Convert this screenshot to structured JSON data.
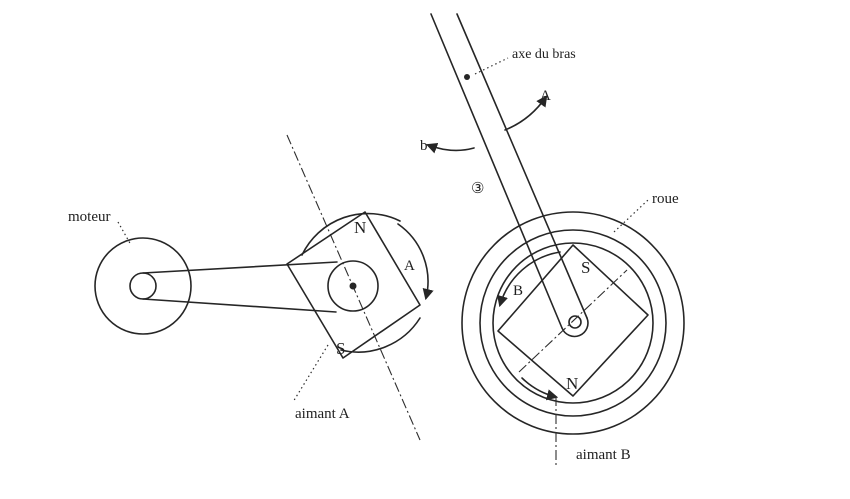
{
  "labels": {
    "moteur": "moteur",
    "aimant_a": "aimant A",
    "aimant_b": "aimant B",
    "roue": "roue",
    "axe_du_bras": "axe du bras",
    "arrow_top_a": "A",
    "arrow_top_b": "b",
    "circled_mark": "③",
    "rot_a": "A",
    "rot_b": "B",
    "pole_n_a": "N",
    "pole_s_a": "S",
    "pole_n_b": "N",
    "pole_s_b": "S"
  }
}
